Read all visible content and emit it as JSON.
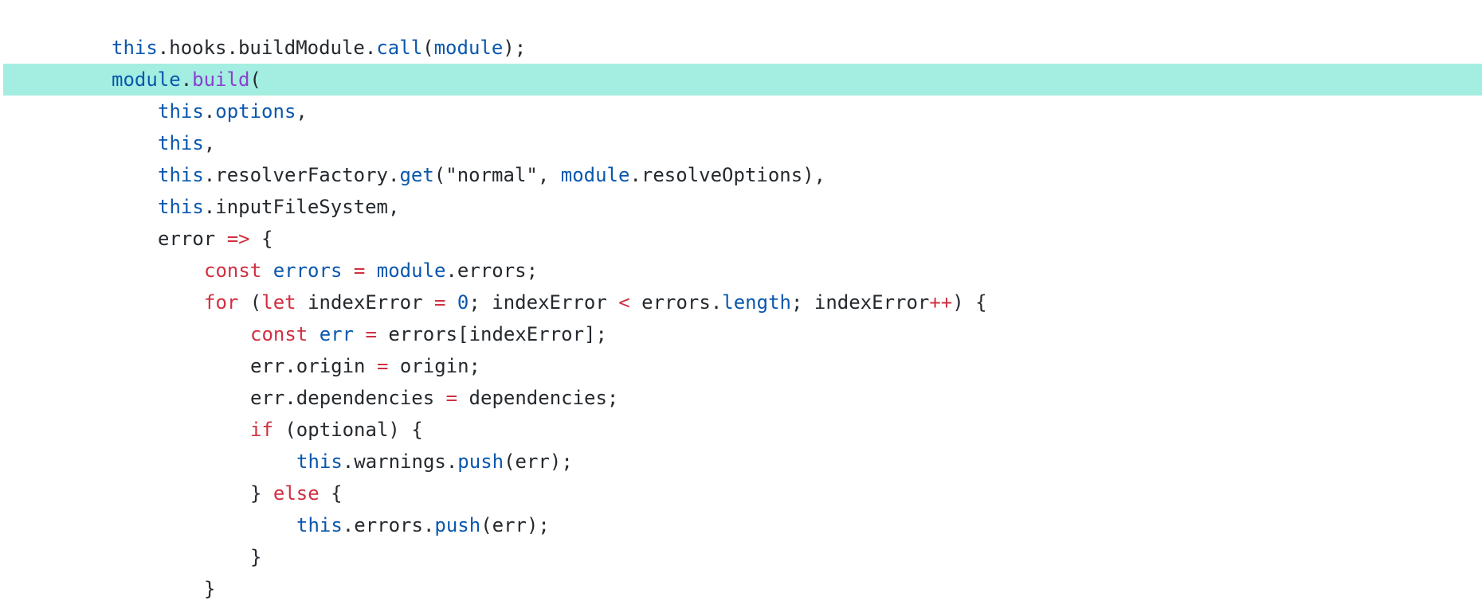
{
  "editor": {
    "highlight_color": "#a3eee0",
    "colors": {
      "keyword": "#d03041",
      "builtin": "#0a57ad",
      "function": "#8a3fd0",
      "plain": "#24292e"
    },
    "lines": [
      {
        "indent": 0,
        "tokens": [
          {
            "t": "this",
            "c": "this"
          },
          {
            "t": ".hooks.buildModule.",
            "c": "plain"
          },
          {
            "t": "call",
            "c": "prop"
          },
          {
            "t": "(",
            "c": "plain"
          },
          {
            "t": "module",
            "c": "var"
          },
          {
            "t": ");",
            "c": "plain"
          }
        ]
      },
      {
        "indent": 0,
        "highlighted": true,
        "tokens": [
          {
            "t": "module",
            "c": "var"
          },
          {
            "t": ".",
            "c": "plain"
          },
          {
            "t": "build",
            "c": "fn"
          },
          {
            "t": "(",
            "c": "plain"
          }
        ]
      },
      {
        "indent": 1,
        "tokens": [
          {
            "t": "this",
            "c": "this"
          },
          {
            "t": ".",
            "c": "plain"
          },
          {
            "t": "options",
            "c": "prop"
          },
          {
            "t": ",",
            "c": "plain"
          }
        ]
      },
      {
        "indent": 1,
        "tokens": [
          {
            "t": "this",
            "c": "this"
          },
          {
            "t": ",",
            "c": "plain"
          }
        ]
      },
      {
        "indent": 1,
        "tokens": [
          {
            "t": "this",
            "c": "this"
          },
          {
            "t": ".resolverFactory.",
            "c": "plain"
          },
          {
            "t": "get",
            "c": "prop"
          },
          {
            "t": "(\"normal\", ",
            "c": "plain"
          },
          {
            "t": "module",
            "c": "var"
          },
          {
            "t": ".resolveOptions),",
            "c": "plain"
          }
        ]
      },
      {
        "indent": 1,
        "tokens": [
          {
            "t": "this",
            "c": "this"
          },
          {
            "t": ".inputFileSystem,",
            "c": "plain"
          }
        ]
      },
      {
        "indent": 1,
        "tokens": [
          {
            "t": "error ",
            "c": "plain"
          },
          {
            "t": "=>",
            "c": "op"
          },
          {
            "t": " {",
            "c": "plain"
          }
        ]
      },
      {
        "indent": 2,
        "tokens": [
          {
            "t": "const",
            "c": "kw"
          },
          {
            "t": " ",
            "c": "plain"
          },
          {
            "t": "errors",
            "c": "var"
          },
          {
            "t": " ",
            "c": "plain"
          },
          {
            "t": "=",
            "c": "op"
          },
          {
            "t": " ",
            "c": "plain"
          },
          {
            "t": "module",
            "c": "var"
          },
          {
            "t": ".errors;",
            "c": "plain"
          }
        ]
      },
      {
        "indent": 2,
        "tokens": [
          {
            "t": "for",
            "c": "kw"
          },
          {
            "t": " (",
            "c": "plain"
          },
          {
            "t": "let",
            "c": "kw"
          },
          {
            "t": " indexError ",
            "c": "plain"
          },
          {
            "t": "=",
            "c": "op"
          },
          {
            "t": " ",
            "c": "plain"
          },
          {
            "t": "0",
            "c": "num"
          },
          {
            "t": "; indexError ",
            "c": "plain"
          },
          {
            "t": "<",
            "c": "op"
          },
          {
            "t": " errors.",
            "c": "plain"
          },
          {
            "t": "length",
            "c": "prop"
          },
          {
            "t": "; indexError",
            "c": "plain"
          },
          {
            "t": "++",
            "c": "op"
          },
          {
            "t": ") {",
            "c": "plain"
          }
        ]
      },
      {
        "indent": 3,
        "tokens": [
          {
            "t": "const",
            "c": "kw"
          },
          {
            "t": " ",
            "c": "plain"
          },
          {
            "t": "err",
            "c": "var"
          },
          {
            "t": " ",
            "c": "plain"
          },
          {
            "t": "=",
            "c": "op"
          },
          {
            "t": " errors[indexError];",
            "c": "plain"
          }
        ]
      },
      {
        "indent": 3,
        "tokens": [
          {
            "t": "err.origin ",
            "c": "plain"
          },
          {
            "t": "=",
            "c": "op"
          },
          {
            "t": " origin;",
            "c": "plain"
          }
        ]
      },
      {
        "indent": 3,
        "tokens": [
          {
            "t": "err.dependencies ",
            "c": "plain"
          },
          {
            "t": "=",
            "c": "op"
          },
          {
            "t": " dependencies;",
            "c": "plain"
          }
        ]
      },
      {
        "indent": 3,
        "tokens": [
          {
            "t": "if",
            "c": "kw"
          },
          {
            "t": " (optional) {",
            "c": "plain"
          }
        ]
      },
      {
        "indent": 4,
        "tokens": [
          {
            "t": "this",
            "c": "this"
          },
          {
            "t": ".warnings.",
            "c": "plain"
          },
          {
            "t": "push",
            "c": "prop"
          },
          {
            "t": "(err);",
            "c": "plain"
          }
        ]
      },
      {
        "indent": 3,
        "tokens": [
          {
            "t": "} ",
            "c": "plain"
          },
          {
            "t": "else",
            "c": "kw"
          },
          {
            "t": " {",
            "c": "plain"
          }
        ]
      },
      {
        "indent": 4,
        "tokens": [
          {
            "t": "this",
            "c": "this"
          },
          {
            "t": ".errors.",
            "c": "plain"
          },
          {
            "t": "push",
            "c": "prop"
          },
          {
            "t": "(err);",
            "c": "plain"
          }
        ]
      },
      {
        "indent": 3,
        "tokens": [
          {
            "t": "}",
            "c": "plain"
          }
        ]
      },
      {
        "indent": 2,
        "tokens": [
          {
            "t": "}",
            "c": "plain"
          }
        ]
      }
    ]
  }
}
